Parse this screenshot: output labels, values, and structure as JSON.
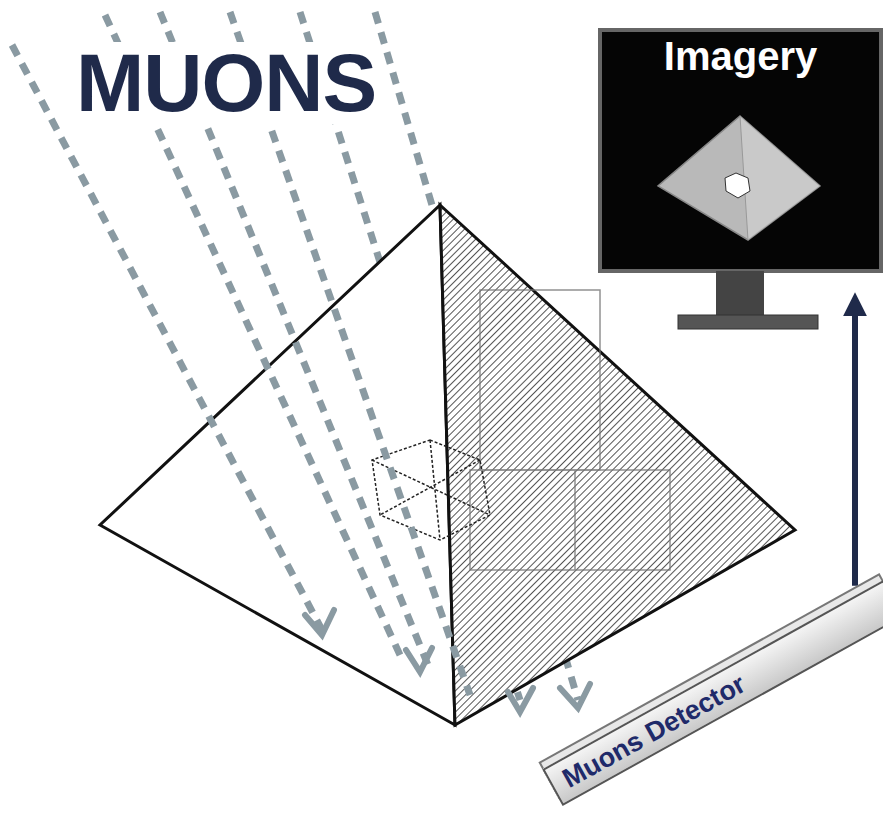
{
  "diagram": {
    "nodes": [
      {
        "text": [
          "Imagery"
        ]
      },
      {
        "text": [
          "Muons Detector"
        ]
      }
    ],
    "edges": [
      {
        "from": 1,
        "to": 0,
        "arrow": "to"
      }
    ],
    "labels": [
      "MUONS"
    ]
  }
}
